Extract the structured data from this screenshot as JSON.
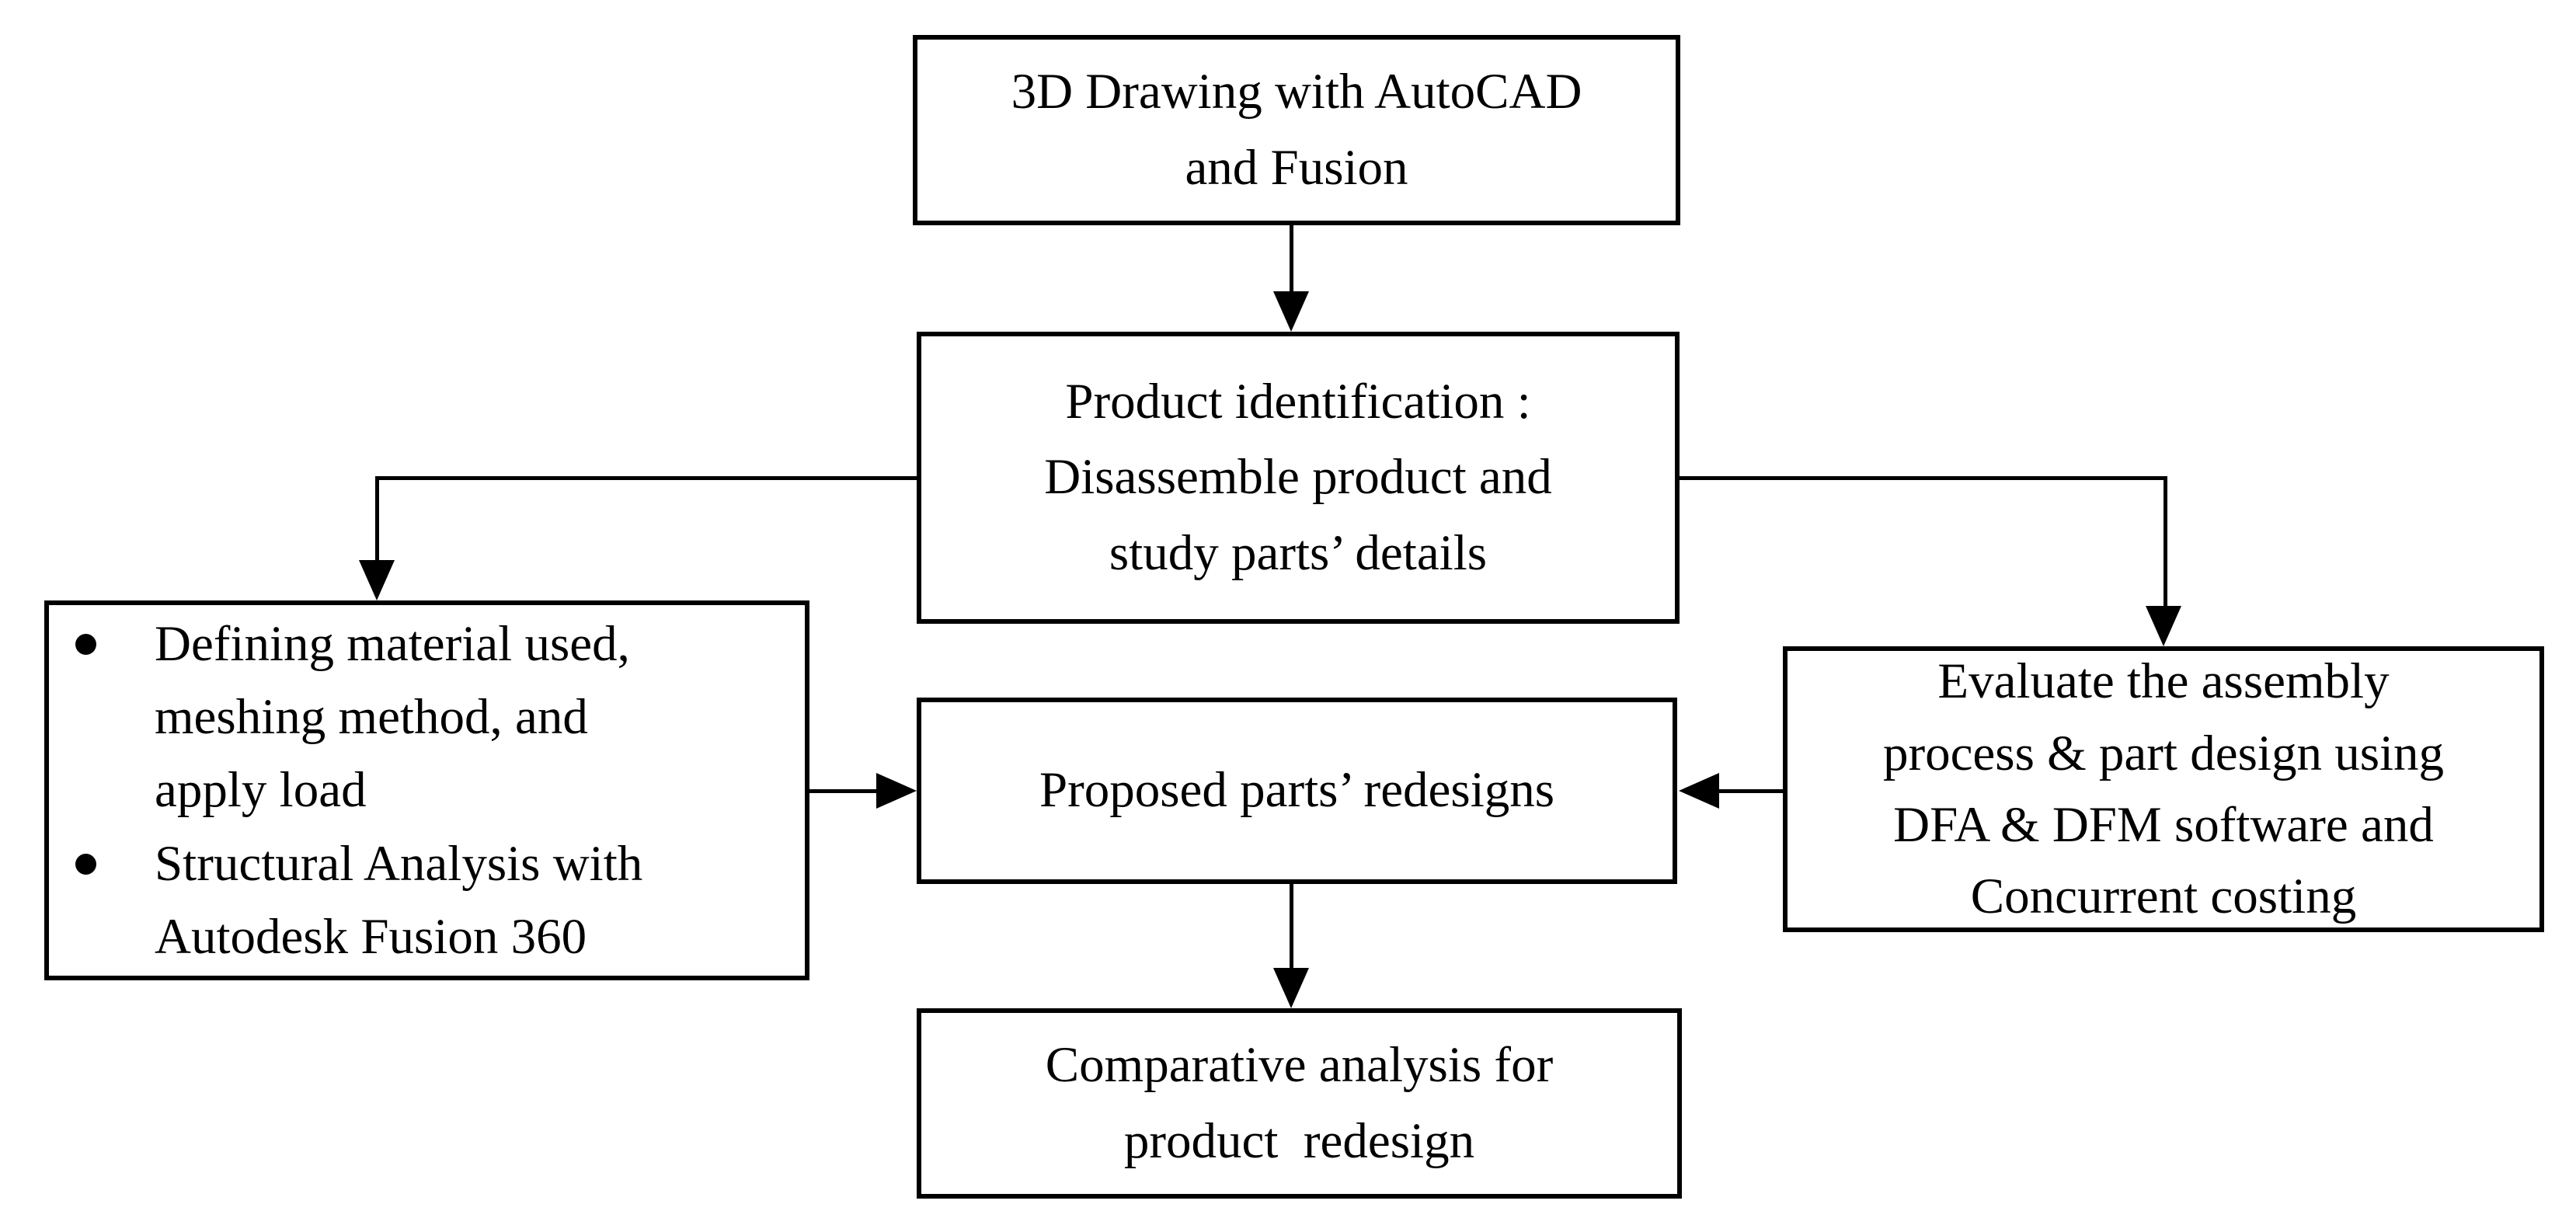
{
  "canvas": {
    "background": "#ffffff",
    "line_color": "#000000"
  },
  "nodes": {
    "top": {
      "text": "3D Drawing with AutoCAD\nand Fusion"
    },
    "identify": {
      "text": "Product identification :\nDisassemble product and\nstudy parts’ details"
    },
    "analysis": {
      "items": [
        {
          "label": "Defining material used,\nmeshing method, and\napply load"
        },
        {
          "label": "Structural Analysis with\nAutodesk Fusion 360"
        }
      ]
    },
    "proposed": {
      "text": "Proposed parts’ redesigns"
    },
    "evaluate": {
      "text": "Evaluate the assembly\nprocess & part design using\nDFA & DFM software and\nConcurrent costing"
    },
    "comparative": {
      "text": "Comparative analysis for\nproduct  redesign"
    }
  }
}
